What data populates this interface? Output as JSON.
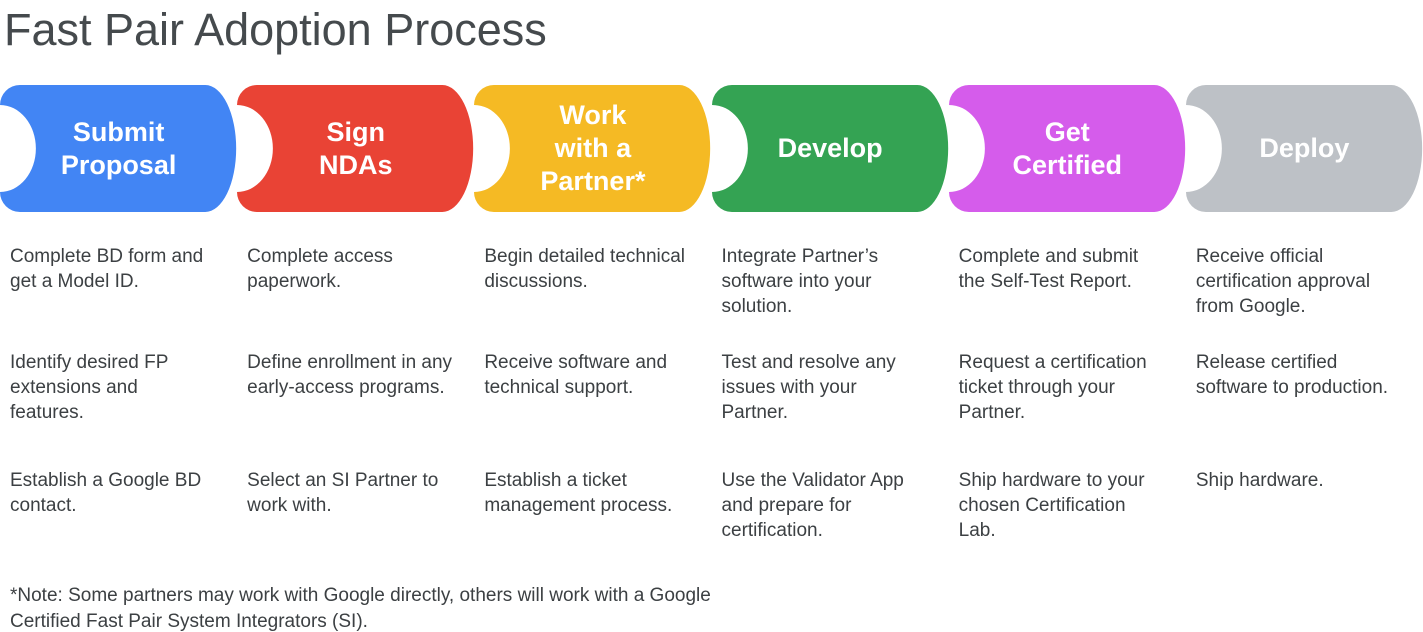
{
  "title": "Fast Pair Adoption Process",
  "colors": {
    "title_text": "#454a4d",
    "body_text": "#3c4043",
    "stage_label_text": "#ffffff",
    "background": "#ffffff"
  },
  "stages": [
    {
      "label": "Submit\nProposal",
      "color": "#4285F4",
      "tasks": [
        "Complete BD form and get a Model ID.",
        "Identify desired FP extensions and features.",
        "Establish a Google BD contact."
      ]
    },
    {
      "label": "Sign\nNDAs",
      "color": "#E94335",
      "tasks": [
        "Complete access paperwork.",
        "Define enrollment in any early-access programs.",
        "Select an SI Partner to work with."
      ]
    },
    {
      "label": "Work\nwith a\nPartner*",
      "color": "#F5BA24",
      "tasks": [
        "Begin detailed technical discussions.",
        "Receive software and technical support.",
        "Establish a ticket management process."
      ]
    },
    {
      "label": "Develop",
      "color": "#34A353",
      "tasks": [
        "Integrate Partner’s software into your solution.",
        "Test and resolve any issues with your Partner.",
        "Use the Validator App and prepare for certification."
      ]
    },
    {
      "label": "Get\nCertified",
      "color": "#D55CEB",
      "tasks": [
        "Complete and submit the Self-Test Report.",
        "Request a certification ticket through your Partner.",
        "Ship hardware to your chosen Certification Lab."
      ]
    },
    {
      "label": "Deploy",
      "color": "#BDC1C6",
      "tasks": [
        "Receive official certification approval from Google.",
        "Release certified software to production.",
        "Ship hardware."
      ]
    }
  ],
  "footnote": "*Note: Some partners may work with Google directly, others will work with a Google Certified Fast Pair System Integrators (SI)."
}
